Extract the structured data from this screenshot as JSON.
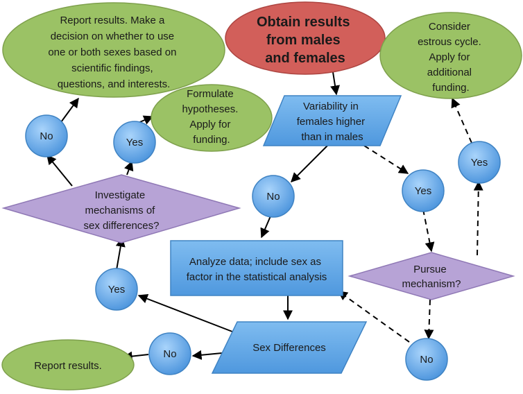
{
  "nodes": {
    "obtain_results": {
      "lines": [
        "Obtain results",
        "from males",
        "and  females"
      ]
    },
    "report_decision": {
      "lines": [
        "Report results. Make a",
        "decision on whether to use",
        "one or both sexes based on",
        "scientific findings,",
        "questions, and  interests."
      ]
    },
    "consider_estrous": {
      "lines": [
        "Consider",
        "estrous cycle.",
        "Apply for",
        "additional",
        "funding."
      ]
    },
    "formulate_hypotheses": {
      "lines": [
        "Formulate",
        "hypotheses.",
        "Apply for",
        "funding."
      ]
    },
    "variability": {
      "lines": [
        "Variability in",
        "females higher",
        "than in males"
      ]
    },
    "investigate": {
      "lines": [
        "Investigate",
        "mechanisms of",
        "sex differences?"
      ]
    },
    "analyze": {
      "lines": [
        "Analyze data; include sex as",
        "factor in the statistical analysis"
      ]
    },
    "pursue": {
      "lines": [
        "Pursue",
        "mechanism?"
      ]
    },
    "sex_differences": {
      "lines": [
        "Sex Differences"
      ]
    },
    "report_results": {
      "lines": [
        "Report results."
      ]
    }
  },
  "answers": {
    "no_top_left": "No",
    "yes_top_left": "Yes",
    "yes_right_top": "Yes",
    "no_variability": "No",
    "yes_variability": "Yes",
    "yes_sex_diff": "Yes",
    "no_sex_diff": "No",
    "no_pursue": "No"
  },
  "colors": {
    "green_fill": "#9bc265",
    "green_stroke": "#7ea04c",
    "red_fill": "#d25f5a",
    "red_stroke": "#ad4541",
    "blue_fill": "#5fa7e6",
    "blue_stroke": "#3f83c3",
    "purple_fill": "#b7a3d6",
    "purple_stroke": "#8f78b5",
    "arrow": "#000000"
  }
}
